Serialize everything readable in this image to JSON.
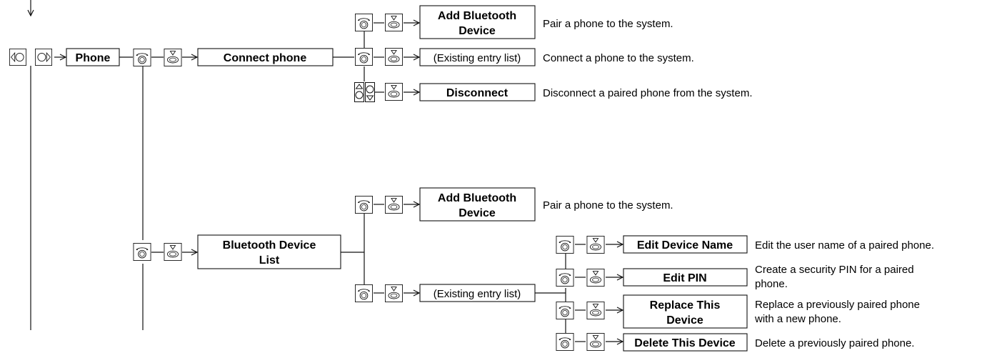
{
  "root": {
    "label": "Phone"
  },
  "connect": {
    "label": "Connect phone",
    "add_bluetooth": {
      "line1": "Add Bluetooth",
      "line2": "Device",
      "desc": "Pair a phone to the system."
    },
    "existing_entry": {
      "label": "(Existing entry list)",
      "desc": "Connect a phone to the system."
    },
    "disconnect": {
      "label": "Disconnect",
      "desc": "Disconnect a paired phone from the system."
    }
  },
  "device_list": {
    "line1": "Bluetooth Device",
    "line2": "List",
    "add_bluetooth": {
      "line1": "Add Bluetooth",
      "line2": "Device",
      "desc": "Pair a phone to the system."
    },
    "existing_entry": {
      "label": "(Existing entry list)"
    },
    "edit_device_name": {
      "label": "Edit Device Name",
      "desc": "Edit the user name of a paired phone."
    },
    "edit_pin": {
      "label": "Edit PIN",
      "desc_line1": "Create a security PIN for a paired",
      "desc_line2": "phone."
    },
    "replace_device": {
      "line1": "Replace This",
      "line2": "Device",
      "desc_line1": "Replace a previously paired phone",
      "desc_line2": "with a new phone."
    },
    "delete_device": {
      "label": "Delete This Device",
      "desc": "Delete a previously paired phone."
    }
  },
  "icons": {
    "rotate": "interface-dial-rotate-icon",
    "press": "interface-dial-press-icon",
    "move_left": "move-left-icon",
    "move_right": "move-right-icon",
    "move_up": "move-up-icon",
    "move_down": "move-down-icon"
  }
}
